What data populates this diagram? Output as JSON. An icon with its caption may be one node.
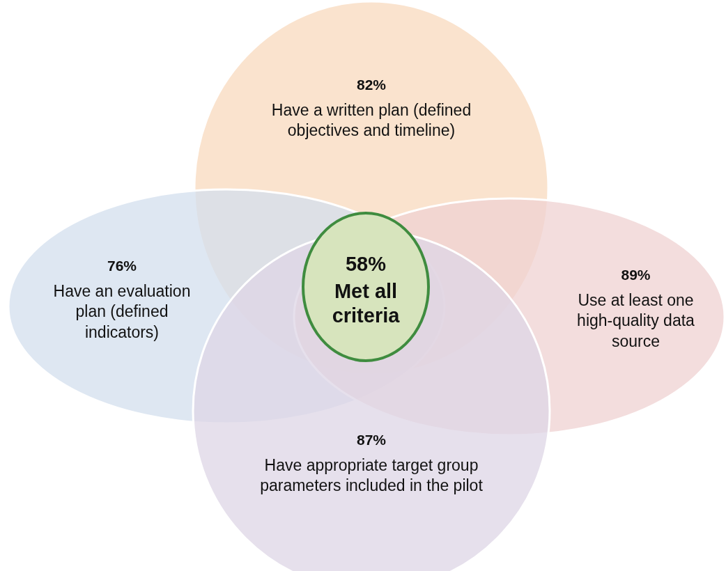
{
  "diagram": {
    "nodes": [
      {
        "text": [
          "82%",
          "Have a written plan (defined objectives and timeline)"
        ]
      },
      {
        "text": [
          "76%",
          "Have an evaluation plan (defined indicators)"
        ]
      },
      {
        "text": [
          "89%",
          "Use at least one high-quality data source"
        ]
      },
      {
        "text": [
          "87%",
          "Have appropriate target group parameters included in the pilot"
        ]
      },
      {
        "text": [
          "58%",
          "Met all criteria"
        ]
      }
    ]
  }
}
